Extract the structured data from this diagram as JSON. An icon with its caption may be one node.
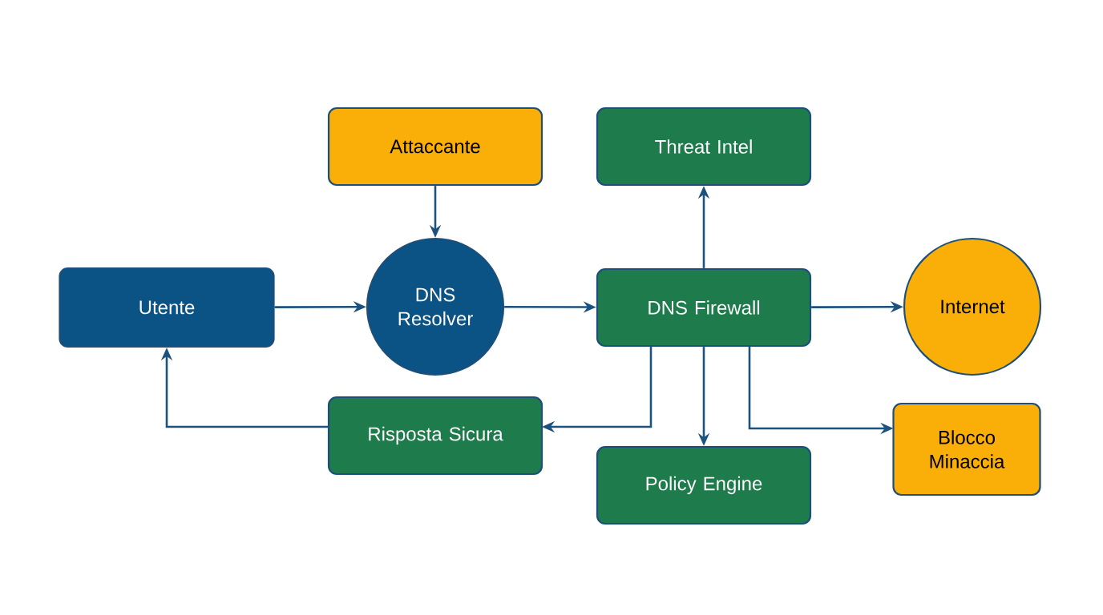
{
  "diagram": {
    "nodes": [
      {
        "text": [
          "Attaccante"
        ]
      },
      {
        "text": [
          "Threat Intel"
        ]
      },
      {
        "text": [
          "Utente"
        ]
      },
      {
        "text": [
          "DNS Resolver"
        ]
      },
      {
        "text": [
          "DNS Firewall"
        ]
      },
      {
        "text": [
          "Internet"
        ]
      },
      {
        "text": [
          "Risposta Sicura"
        ]
      },
      {
        "text": [
          "Blocco Minaccia"
        ]
      },
      {
        "text": [
          "Policy Engine"
        ]
      }
    ],
    "edges": [
      {
        "from": 0,
        "to": 3,
        "arrow": "to"
      },
      {
        "from": 2,
        "to": 3,
        "arrow": "to"
      },
      {
        "from": 3,
        "to": 4,
        "arrow": "to"
      },
      {
        "from": 4,
        "to": 1,
        "arrow": "to"
      },
      {
        "from": 4,
        "to": 5,
        "arrow": "to"
      },
      {
        "from": 4,
        "to": 6,
        "arrow": "to"
      },
      {
        "from": 4,
        "to": 8,
        "arrow": "to"
      },
      {
        "from": 4,
        "to": 7,
        "arrow": "to"
      },
      {
        "from": 6,
        "to": 2,
        "arrow": "to"
      }
    ]
  }
}
